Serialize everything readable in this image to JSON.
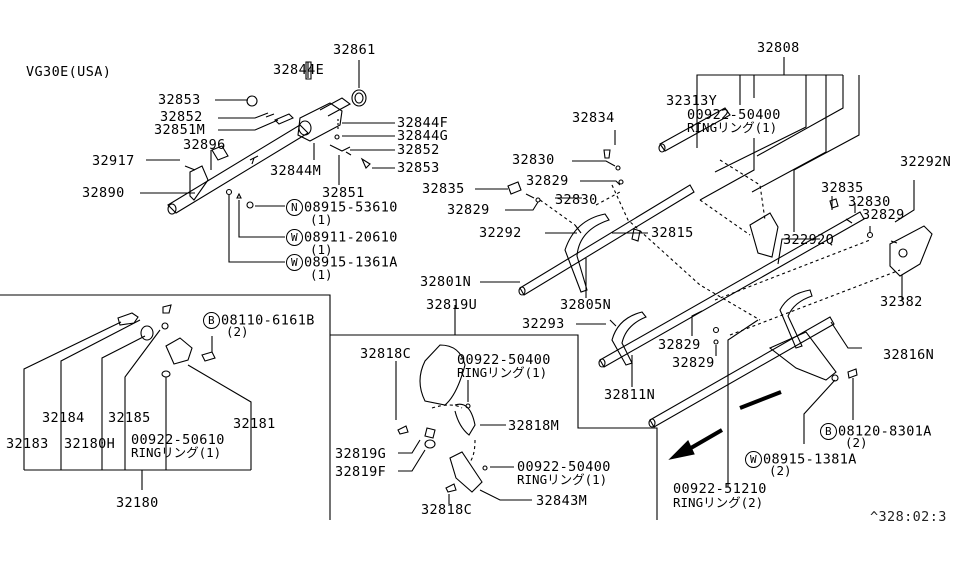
{
  "diagram": {
    "title": "VG30E(USA)",
    "figure_code": "^328:02:3",
    "labels": {
      "p32861": "32861",
      "p32844E": "32844E",
      "p32853a": "32853",
      "p32852a": "32852",
      "p32851M": "32851M",
      "p32844F": "32844F",
      "p32844G": "32844G",
      "p32852b": "32852",
      "p32853b": "32853",
      "p32896": "32896",
      "p32844M": "32844M",
      "p32917": "32917",
      "p32890": "32890",
      "p32851": "32851",
      "n08915_53610": "08915-53610",
      "n08915_53610_qty": "(1)",
      "w08911_20610": "08911-20610",
      "w08911_20610_qty": "(1)",
      "w08915_1361A": "08915-1361A",
      "w08915_1361A_qty": "(1)",
      "p32808": "32808",
      "p32313Y": "32313Y",
      "r00922_50400_top": "00922-50400",
      "r00922_50400_top_desc": "RINGリング(1)",
      "p32834": "32834",
      "p32830a": "32830",
      "p32829a": "32829",
      "p32835a": "32835",
      "p32830b": "32830",
      "p32829b": "32829",
      "p32292": "32292",
      "p32815": "32815",
      "p32801N": "32801N",
      "p32805N": "32805N",
      "p32292N": "32292N",
      "p32835b": "32835",
      "p32830c": "32830",
      "p32829c": "32829",
      "p32292Q": "32292Q",
      "p32382": "32382",
      "p32293": "32293",
      "p32829d": "32829",
      "p32829e": "32829",
      "p32811N": "32811N",
      "p32816N": "32816N",
      "b08120_8301A": "08120-8301A",
      "b08120_8301A_qty": "(2)",
      "w08915_1381A": "08915-1381A",
      "w08915_1381A_qty": "(2)",
      "r00922_51210": "00922-51210",
      "r00922_51210_desc": "RINGリング(2)",
      "b08110_6161B": "08110-6161B",
      "b08110_6161B_qty": "(2)",
      "p32184": "32184",
      "p32185": "32185",
      "p32181": "32181",
      "p32183": "32183",
      "p32180H": "32180H",
      "r00922_50610": "00922-50610",
      "r00922_50610_desc": "RINGリング(1)",
      "p32180": "32180",
      "p32819U": "32819U",
      "p32818Ca": "32818C",
      "r00922_50400_mid": "00922-50400",
      "r00922_50400_mid_desc": "RINGリング(1)",
      "p32818M": "32818M",
      "p32819G": "32819G",
      "p32819F": "32819F",
      "r00922_50400_low": "00922-50400",
      "r00922_50400_low_desc": "RINGリング(1)",
      "p32843M": "32843M",
      "p32818Cb": "32818C"
    },
    "markers": {
      "nut": "N",
      "washer": "W",
      "bolt": "B"
    }
  }
}
